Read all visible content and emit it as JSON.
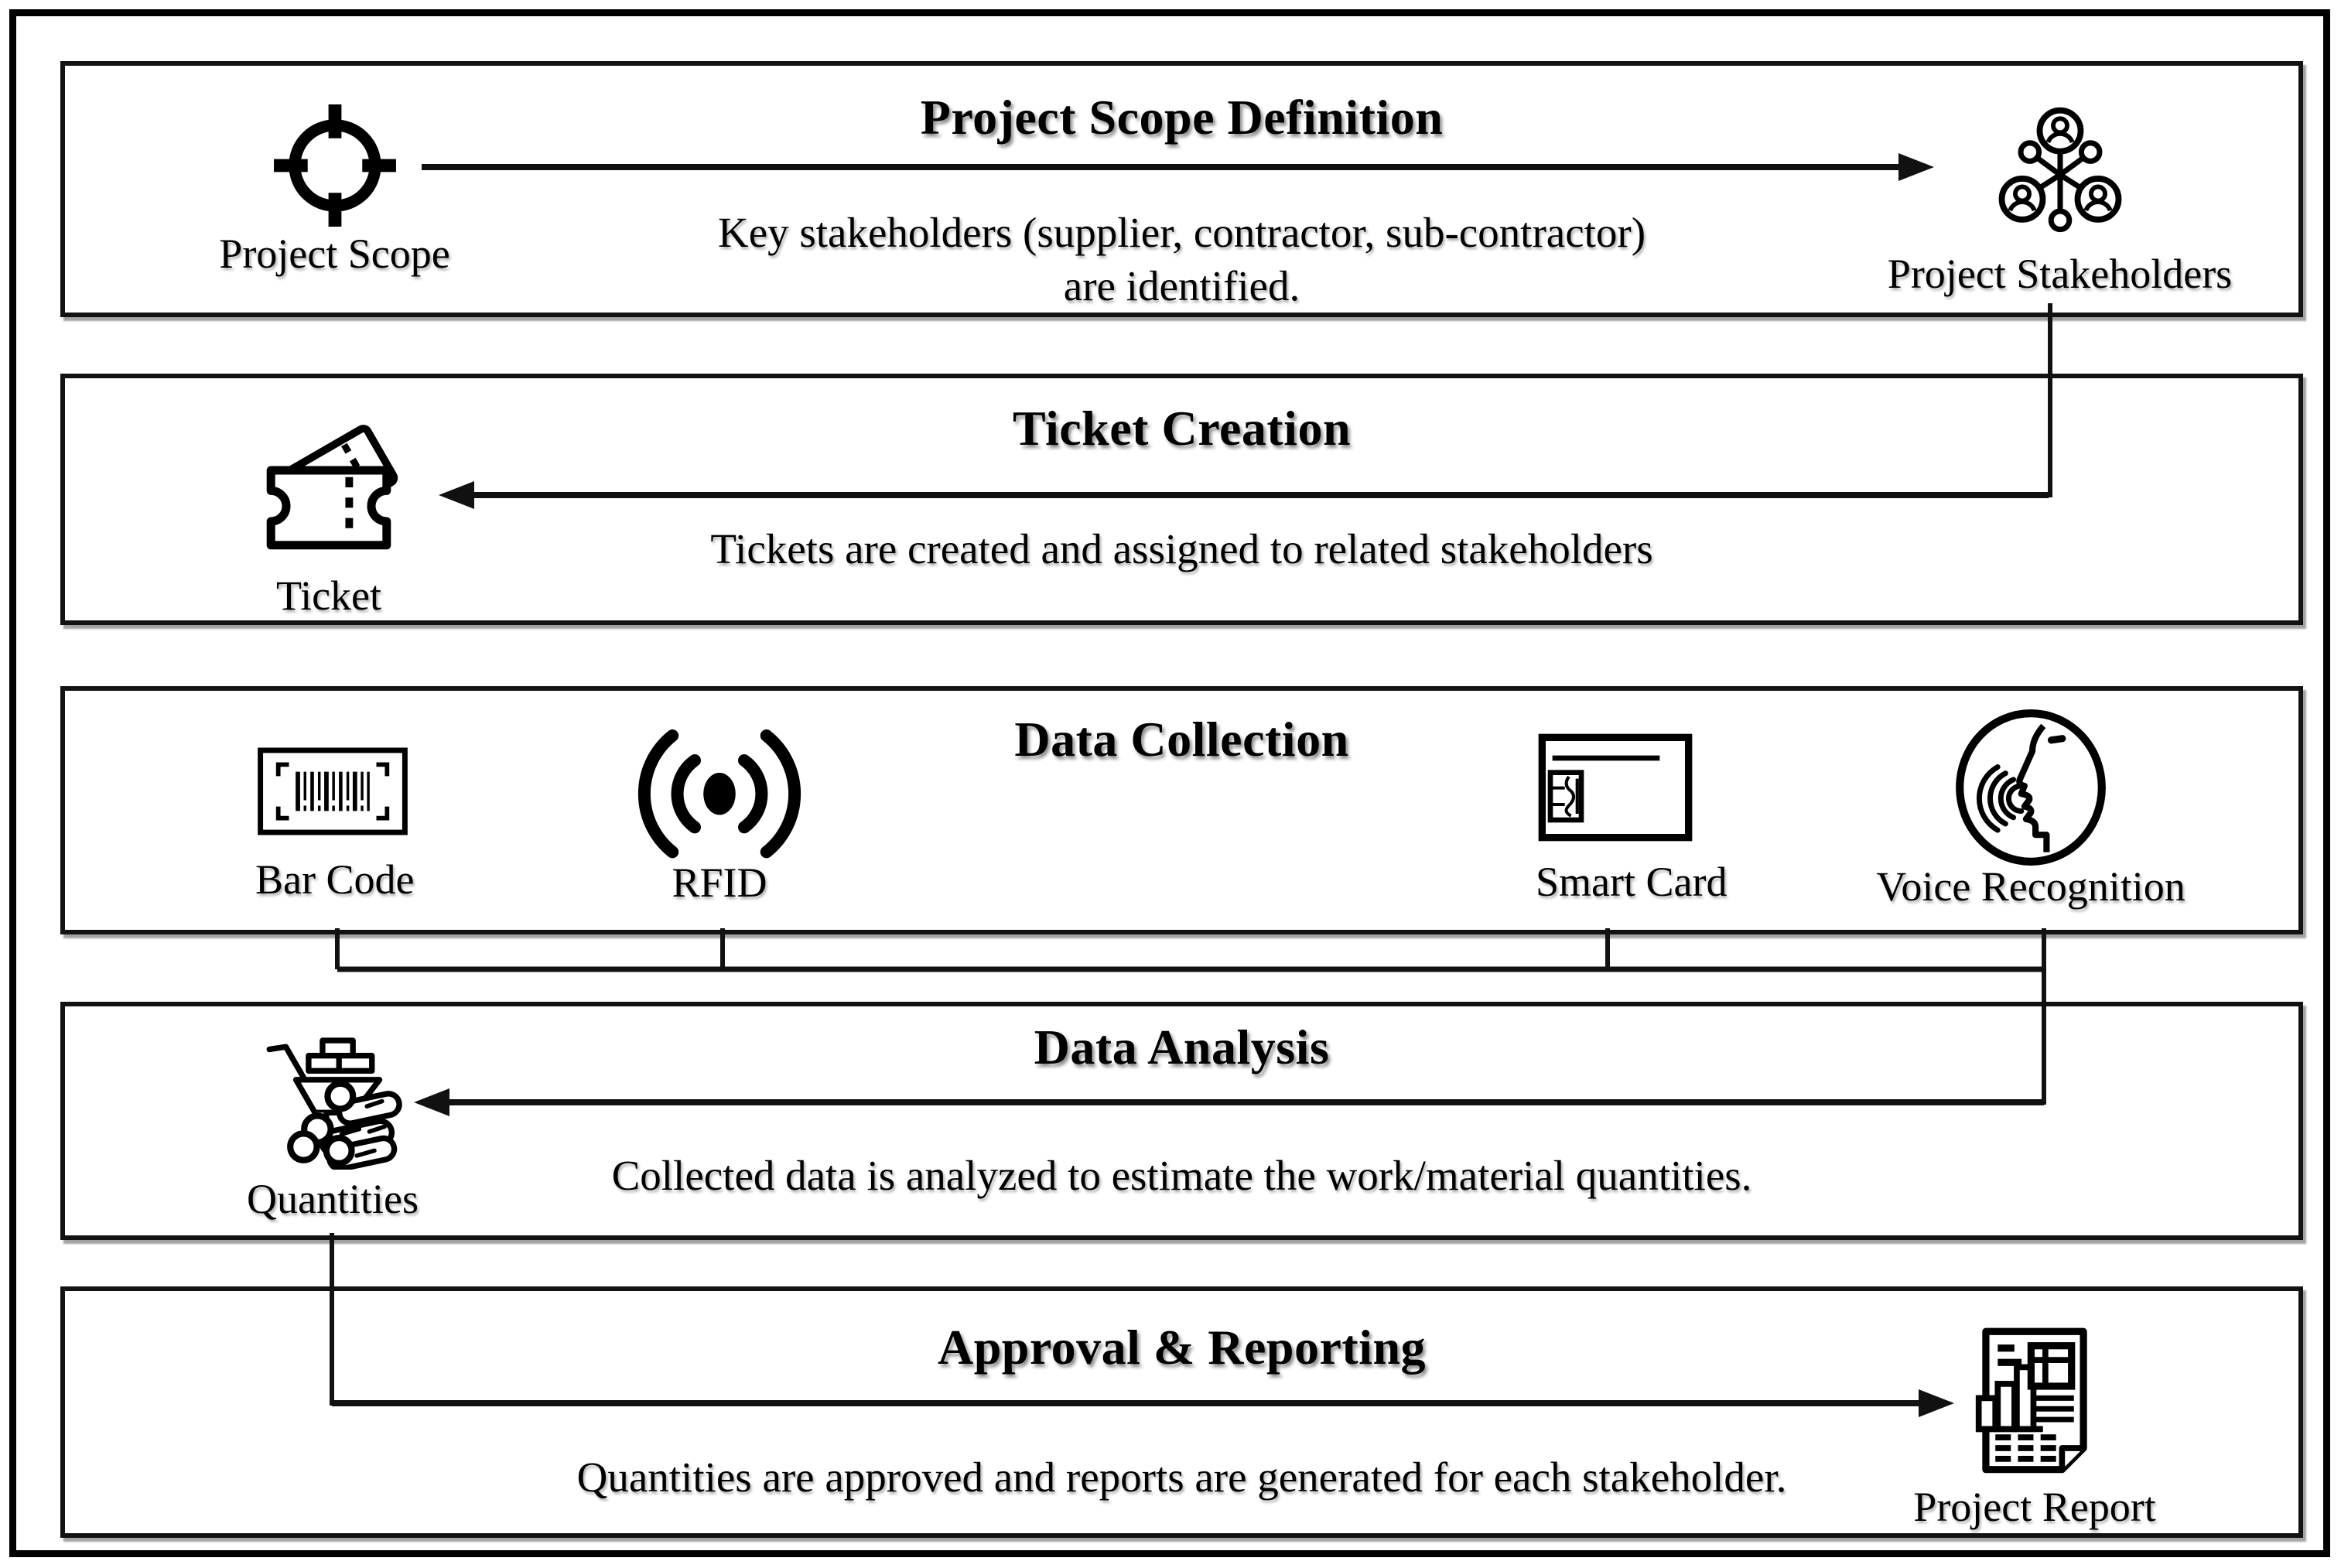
{
  "colors": {
    "ink": "#000000",
    "box_border": "#121212",
    "background": "#ffffff"
  },
  "stages": [
    {
      "title": "Project Scope Definition",
      "description": "Key stakeholders (supplier, contractor, sub-contractor)\nare identified.",
      "source_label": "Project Scope",
      "target_label": "Project Stakeholders"
    },
    {
      "title": "Ticket Creation",
      "description": "Tickets are created and assigned to related stakeholders",
      "target_label": "Ticket"
    },
    {
      "title": "Data Collection",
      "methods": [
        "Bar Code",
        "RFID",
        "Smart Card",
        "Voice Recognition"
      ]
    },
    {
      "title": "Data Analysis",
      "description": "Collected data is analyzed to estimate the work/material quantities.",
      "target_label": "Quantities"
    },
    {
      "title": "Approval & Reporting",
      "description": "Quantities are approved and reports are generated for each stakeholder.",
      "target_label": "Project Report"
    }
  ]
}
